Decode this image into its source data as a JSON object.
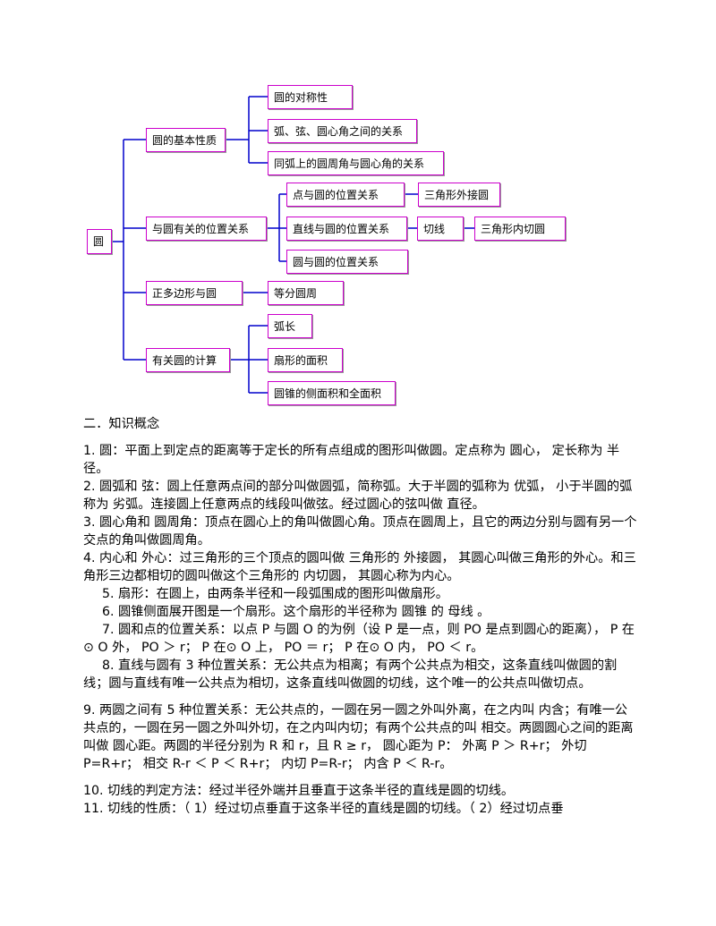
{
  "diagram": {
    "root": "圆",
    "basic": "圆的基本性质",
    "symmetry": "圆的对称性",
    "arc_chord": "弧、弦、圆心角之间的关系",
    "inscribed_angle": "同弧上的圆周角与圆心角的关系",
    "positions": "与圆有关的位置关系",
    "point_circle": "点与圆的位置关系",
    "circumcircle": "三角形外接圆",
    "line_circle": "直线与圆的位置关系",
    "tangent": "切线",
    "incircle": "三角形内切圆",
    "circle_circle": "圆与圆的位置关系",
    "polygon": "正多边形与圆",
    "equal_division": "等分圆周",
    "calc": "有关圆的计算",
    "arc_length": "弧长",
    "sector_area": "扇形的面积",
    "cone_area": "圆锥的侧面积和全面积"
  },
  "section_title": "二．知识概念",
  "paragraphs": [
    "1.  圆：平面上到定点的距离等于定长的所有点组成的图形叫做圆。定点称为  圆心，  定长称为  半径。",
    "2.  圆弧和  弦：圆上任意两点间的部分叫做圆弧，简称弧。大于半圆的弧称为  优弧，  小于半圆的弧称为  劣弧。连接圆上任意两点的线段叫做弦。经过圆心的弦叫做  直径。",
    "3.  圆心角和  圆周角：顶点在圆心上的角叫做圆心角。顶点在圆周上，且它的两边分别与圆有另一个交点的角叫做圆周角。",
    "4.  内心和  外心：过三角形的三个顶点的圆叫做  三角形的  外接圆，  其圆心叫做三角形的外心。和三角形三边都相切的圆叫做这个三角形的  内切圆，  其圆心称为内心。"
  ],
  "indented": [
    "5. 扇形：在圆上，由两条半径和一段弧围成的图形叫做扇形。",
    "6. 圆锥侧面展开图是一个扇形。这个扇形的半径称为  圆锥  的  母线  。",
    "7. 圆和点的位置关系：以点 P 与圆 O 的为例（设 P 是一点，则 PO 是点到圆心的距离），  P 在⊙ O 外，  PO ＞ r；  P 在⊙ O 上，  PO ＝ r；  P 在⊙ O 内，  PO ＜ r。",
    "8. 直线与圆有 3 种位置关系：无公共点为相离；有两个公共点为相交，这条直线叫做圆的割线；圆与直线有唯一公共点为相切，这条直线叫做圆的切线，这个唯一的公共点叫做切点。"
  ],
  "para9": "9.  两圆之间有 5 种位置关系：无公共点的，一圆在另一圆之外叫外离，在之内叫  内含；有唯一公共点的，一圆在另一圆之外叫外切，在之内叫内切；有两个公共点的叫  相交。两圆圆心之间的距离叫做  圆心距。两圆的半径分别为  R 和 r，且  R ≥ r，  圆心距为  P：  外离  P ＞ R+r；  外切 P=R+r；  相交 R-r ＜ P ＜ R+r；  内切 P=R-r；  内含 P ＜ R-r。",
  "para10": "10.  切线的判定方法：经过半径外端并且垂直于这条半径的直线是圆的切线。",
  "para11": "11.  切线的性质：（ 1）经过切点垂直于这条半径的直线是圆的切线。（  2）经过切点垂"
}
